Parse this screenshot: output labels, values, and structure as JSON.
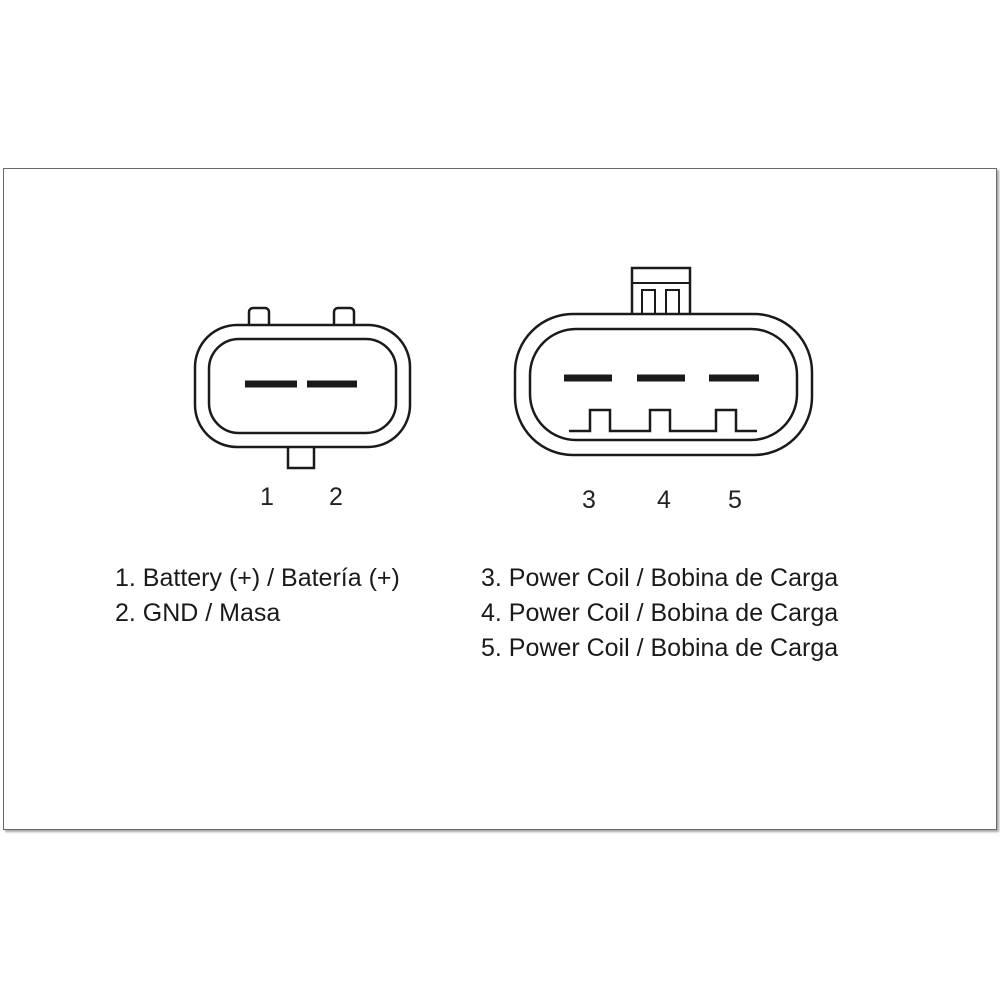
{
  "connector_a": {
    "pins": [
      "1",
      "2"
    ]
  },
  "connector_b": {
    "pins": [
      "3",
      "4",
      "5"
    ]
  },
  "legend_left": [
    "1. Battery (+) / Batería (+)",
    "2. GND / Masa"
  ],
  "legend_right": [
    "3. Power Coil / Bobina de Carga",
    "4. Power Coil / Bobina de Carga",
    "5. Power Coil / Bobina de Carga"
  ],
  "colors": {
    "line": "#1a1a1a",
    "frame": "#6a6a6a",
    "background": "#ffffff"
  }
}
